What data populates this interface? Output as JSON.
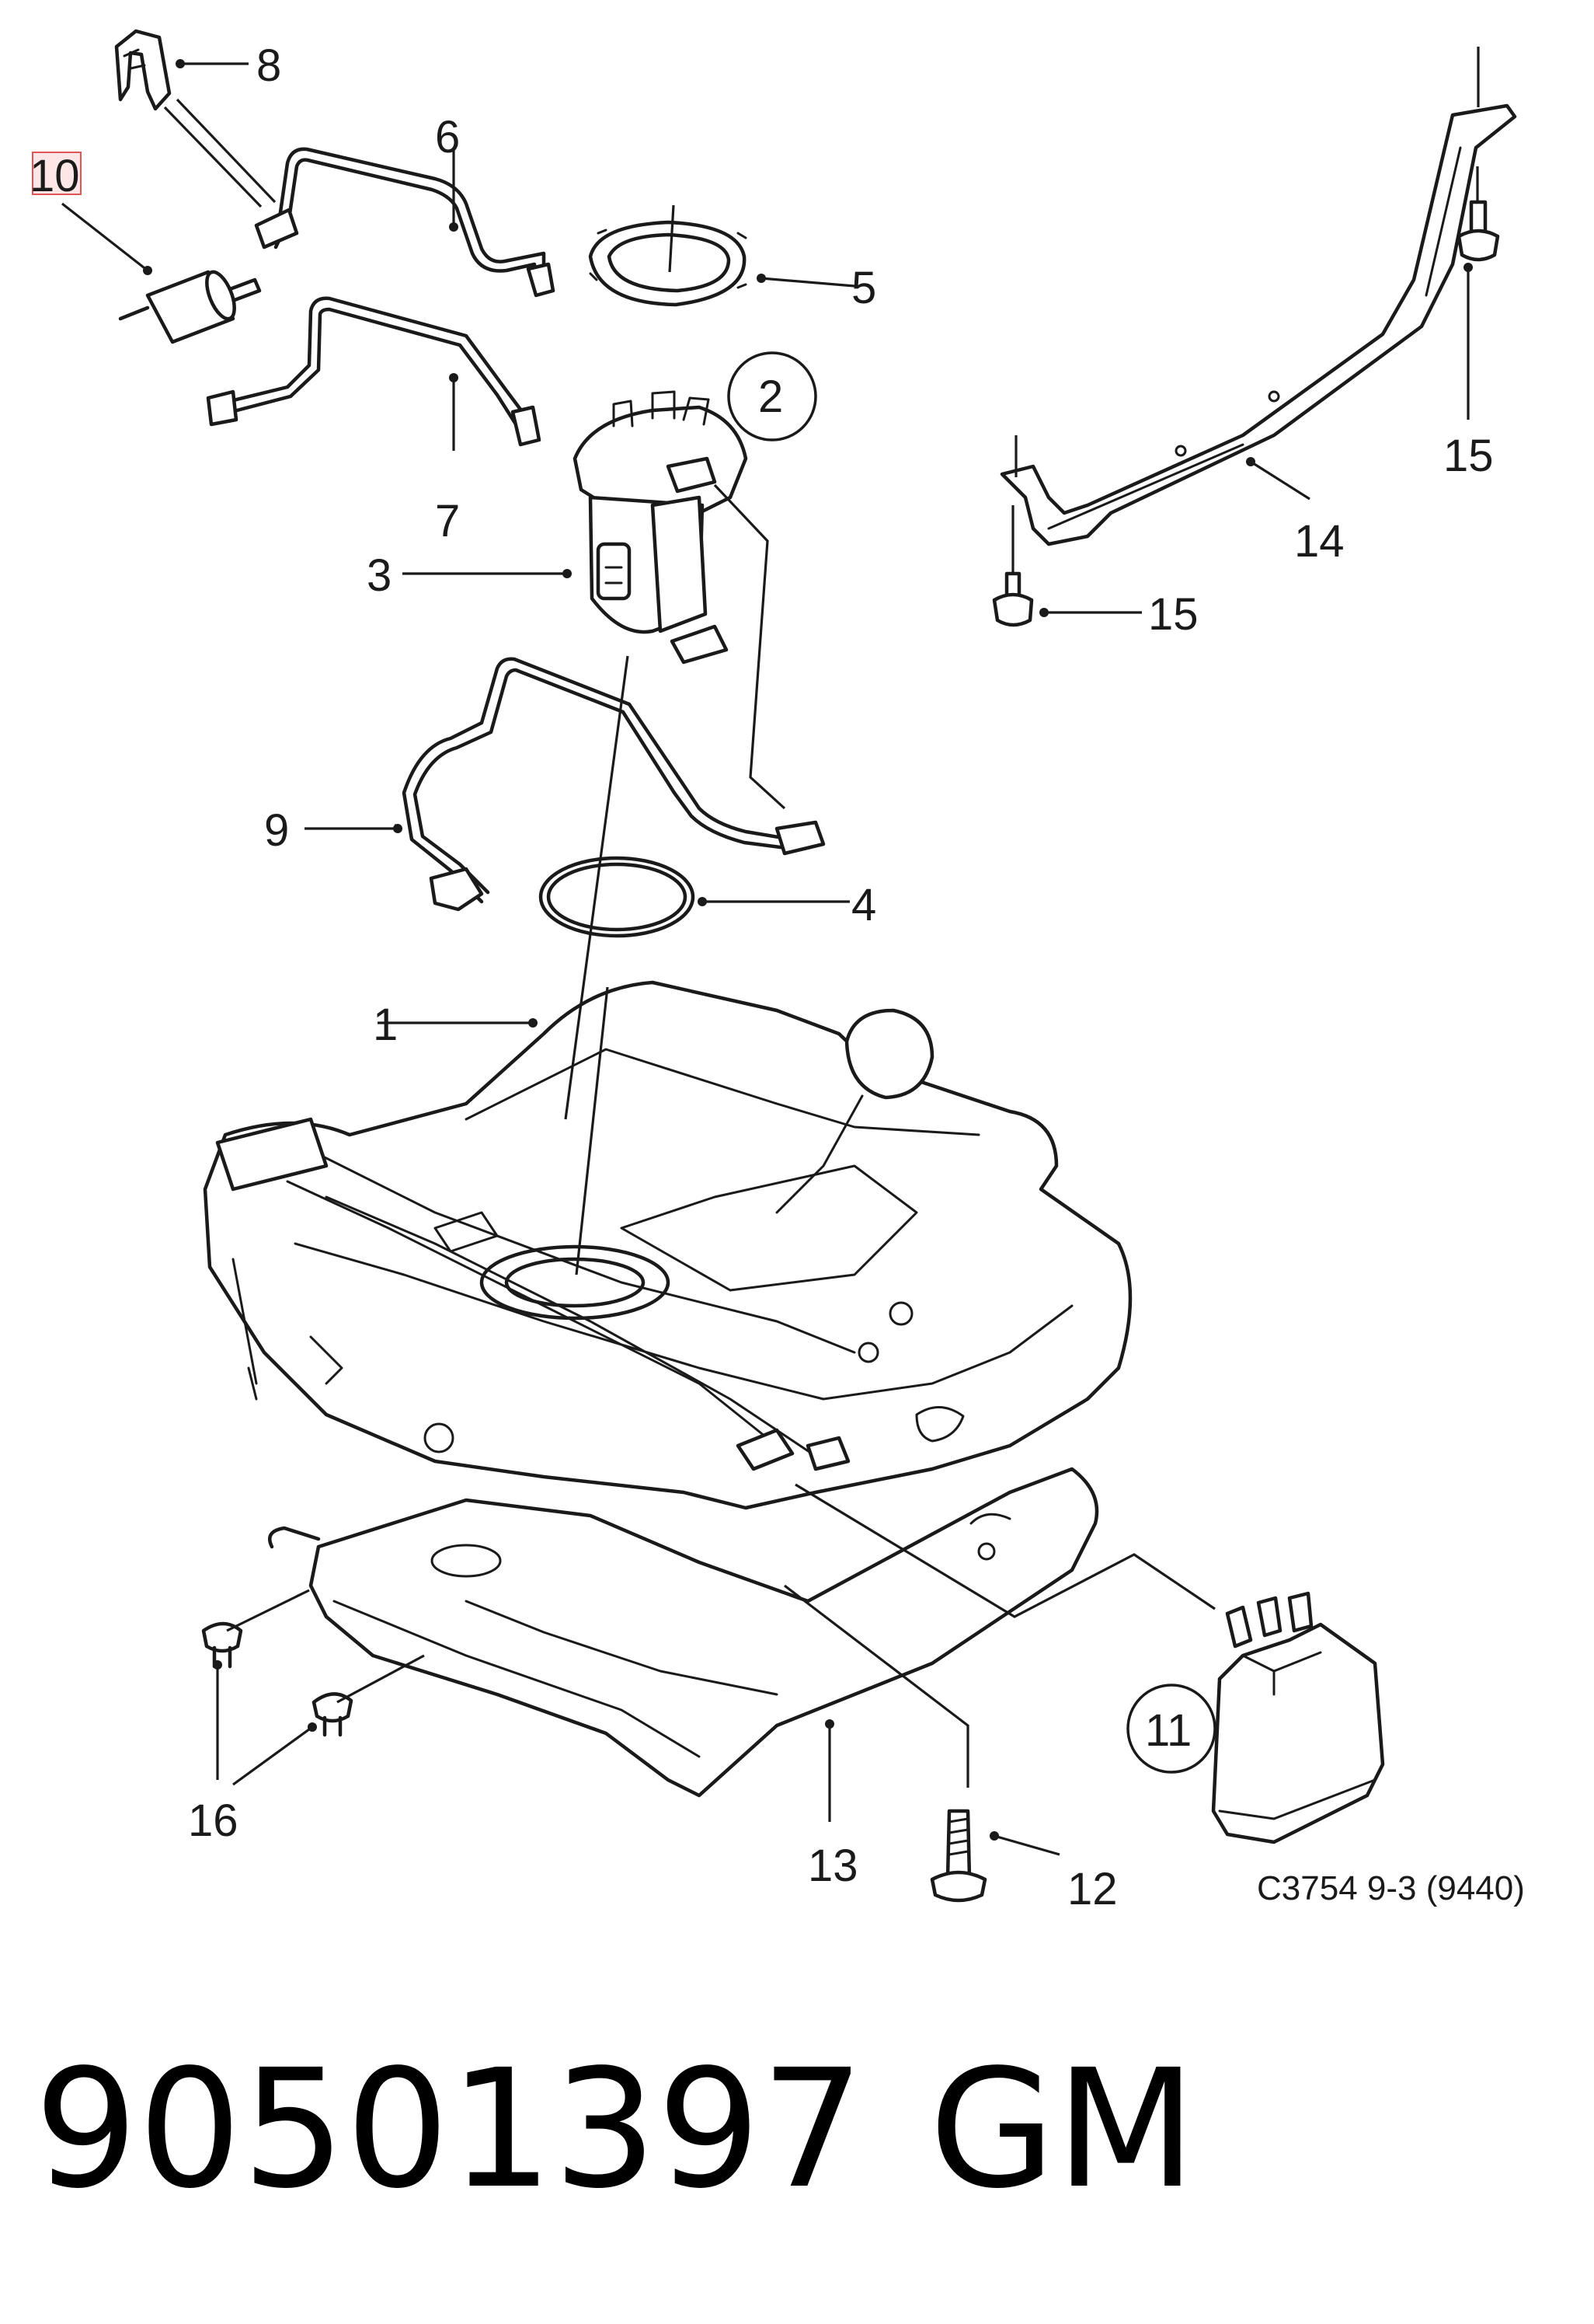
{
  "diagram": {
    "callouts": {
      "c1": "1",
      "c2": "2",
      "c3": "3",
      "c4": "4",
      "c5": "5",
      "c6": "6",
      "c7": "7",
      "c8": "8",
      "c9": "9",
      "c10": "10",
      "c11": "11",
      "c12": "12",
      "c13": "13",
      "c14": "14",
      "c15a": "15",
      "c15b": "15",
      "c16": "16"
    },
    "reference_code": "C3754 9-3 (9440)",
    "highlighted_callout": "10"
  },
  "footer": {
    "part_number": "90501397",
    "brand": "GM"
  }
}
